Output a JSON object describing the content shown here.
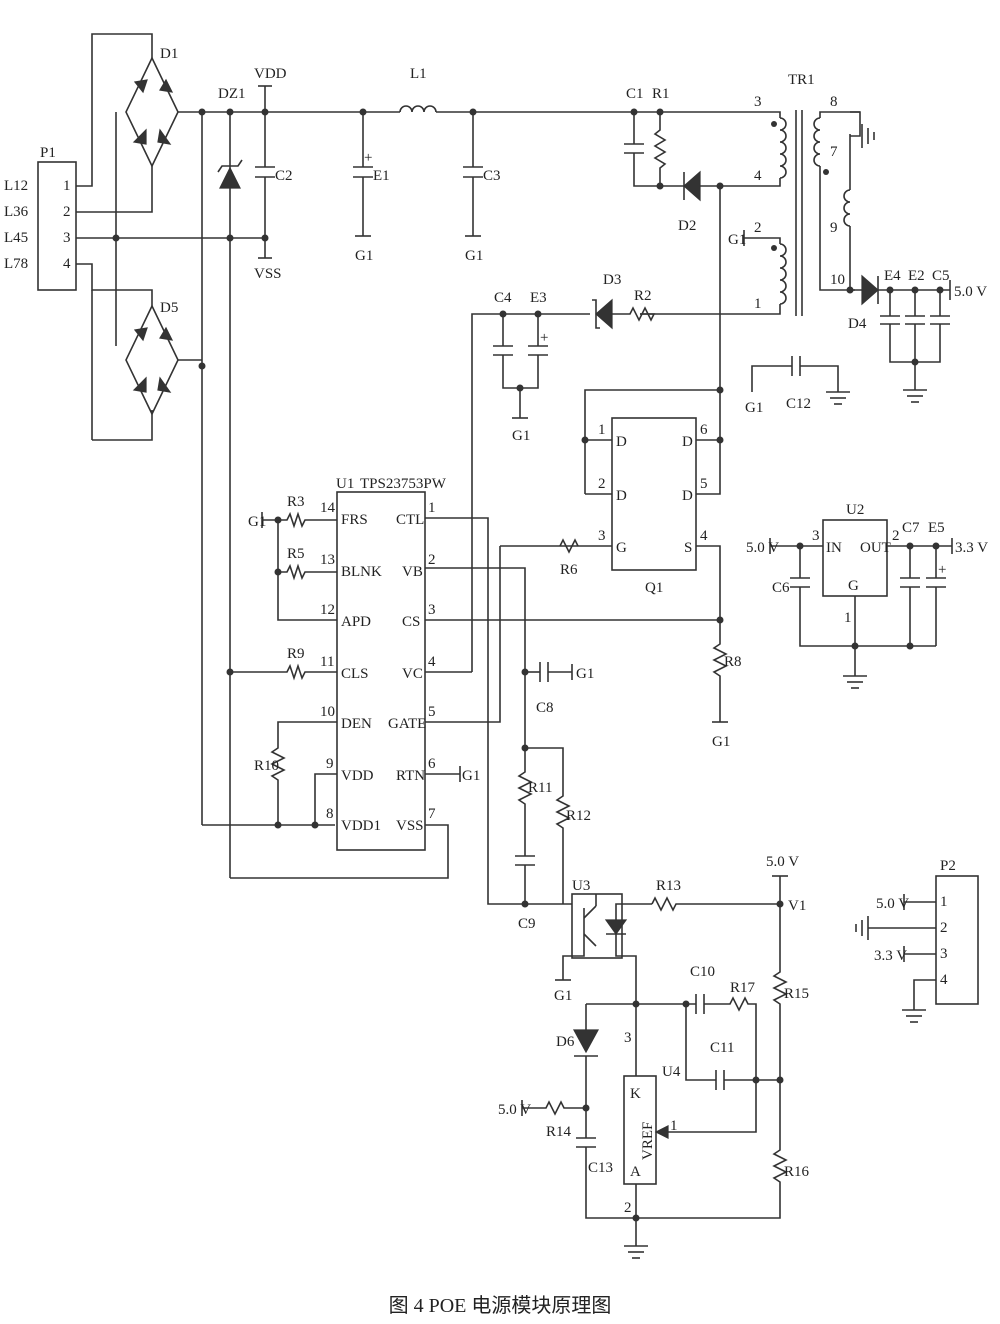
{
  "caption": "图 4   POE 电源模块原理图",
  "connectors": {
    "p1": {
      "ref": "P1",
      "pins": [
        "1",
        "2",
        "3",
        "4"
      ],
      "labels": [
        "L12",
        "L36",
        "L45",
        "L78"
      ]
    },
    "p2": {
      "ref": "P2",
      "pins": [
        "1",
        "2",
        "3",
        "4"
      ],
      "labels": [
        "5.0 V",
        "",
        "3.3 V",
        ""
      ]
    }
  },
  "components": {
    "d1": "D1",
    "d5": "D5",
    "dz1": "DZ1",
    "vdd": "VDD",
    "vss": "VSS",
    "c2": "C2",
    "e1": "E1",
    "l1": "L1",
    "c3": "C3",
    "c1": "C1",
    "r1": "R1",
    "d2": "D2",
    "tr1": "TR1",
    "c4": "C4",
    "e3": "E3",
    "d3": "D3",
    "r2": "R2",
    "e4": "E4",
    "e2": "E2",
    "c5": "C5",
    "d4": "D4",
    "c12": "C12",
    "q1": "Q1",
    "r6": "R6",
    "u2": "U2",
    "c6": "C6",
    "c7": "C7",
    "e5": "E5",
    "r8": "R8",
    "u1": "U1",
    "u1_part": "TPS23753PW",
    "r3": "R3",
    "r5": "R5",
    "r9": "R9",
    "r10": "R10",
    "c8": "C8",
    "r11": "R11",
    "r12": "R12",
    "c9": "C9",
    "u3": "U3",
    "r13": "R13",
    "r15": "R15",
    "r16": "R16",
    "r17": "R17",
    "c10": "C10",
    "c11": "C11",
    "d6": "D6",
    "r14": "R14",
    "c13": "C13",
    "u4": "U4"
  },
  "nets": {
    "g1": "G1",
    "v50": "5.0 V",
    "v33": "3.3 V",
    "v1": "V1"
  },
  "tr1_pins": [
    "3",
    "4",
    "2",
    "1",
    "8",
    "7",
    "9",
    "10"
  ],
  "q1_pins": {
    "left": [
      {
        "n": "1",
        "l": "D"
      },
      {
        "n": "2",
        "l": "D"
      },
      {
        "n": "3",
        "l": "G"
      }
    ],
    "right": [
      {
        "n": "6",
        "l": "D"
      },
      {
        "n": "5",
        "l": "D"
      },
      {
        "n": "4",
        "l": "S"
      }
    ]
  },
  "u2_pins": {
    "in_n": "3",
    "in_l": "IN",
    "out_n": "2",
    "out_l": "OUT",
    "g_n": "1",
    "g_l": "G"
  },
  "u1_pins": {
    "left": [
      {
        "n": "14",
        "l": "FRS"
      },
      {
        "n": "13",
        "l": "BLNK"
      },
      {
        "n": "12",
        "l": "APD"
      },
      {
        "n": "11",
        "l": "CLS"
      },
      {
        "n": "10",
        "l": "DEN"
      },
      {
        "n": "9",
        "l": "VDD"
      },
      {
        "n": "8",
        "l": "VDD1"
      }
    ],
    "right": [
      {
        "n": "1",
        "l": "CTL"
      },
      {
        "n": "2",
        "l": "VB"
      },
      {
        "n": "3",
        "l": "CS"
      },
      {
        "n": "4",
        "l": "VC"
      },
      {
        "n": "5",
        "l": "GATE"
      },
      {
        "n": "6",
        "l": "RTN"
      },
      {
        "n": "7",
        "l": "VSS"
      }
    ]
  },
  "u4_pins": {
    "k_n": "3",
    "k_l": "K",
    "ref_n": "1",
    "ref_l": "VREF",
    "a_n": "2",
    "a_l": "A"
  }
}
